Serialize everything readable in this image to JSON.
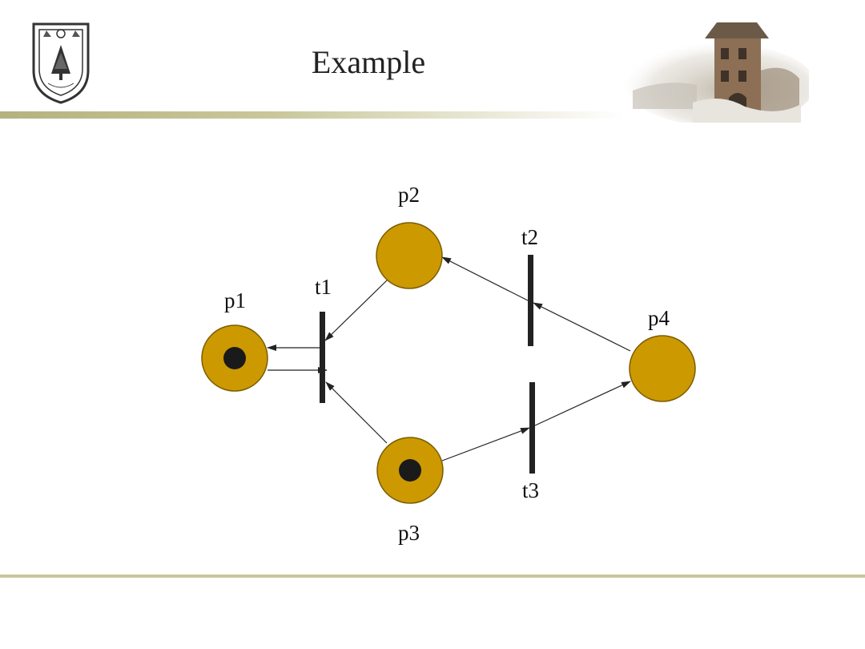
{
  "slide": {
    "title": "Example"
  },
  "colors": {
    "place_fill": "#cc9900",
    "place_stroke": "#7a5c00",
    "token": "#1a1a1a",
    "transition": "#222222",
    "arc": "#222222",
    "rule": "#c8c69c"
  },
  "petri_net": {
    "places": [
      {
        "id": "p1",
        "label": "p1",
        "tokens": 1
      },
      {
        "id": "p2",
        "label": "p2",
        "tokens": 0
      },
      {
        "id": "p3",
        "label": "p3",
        "tokens": 1
      },
      {
        "id": "p4",
        "label": "p4",
        "tokens": 0
      }
    ],
    "transitions": [
      {
        "id": "t1",
        "label": "t1"
      },
      {
        "id": "t2",
        "label": "t2"
      },
      {
        "id": "t3",
        "label": "t3"
      }
    ],
    "arcs": [
      {
        "from": "p2",
        "to": "t1"
      },
      {
        "from": "t1",
        "to": "p1"
      },
      {
        "from": "p1",
        "to": "t1"
      },
      {
        "from": "p3",
        "to": "t1"
      },
      {
        "from": "p4",
        "to": "t2"
      },
      {
        "from": "t2",
        "to": "p2"
      },
      {
        "from": "p3",
        "to": "t3"
      },
      {
        "from": "t3",
        "to": "p4"
      }
    ]
  }
}
